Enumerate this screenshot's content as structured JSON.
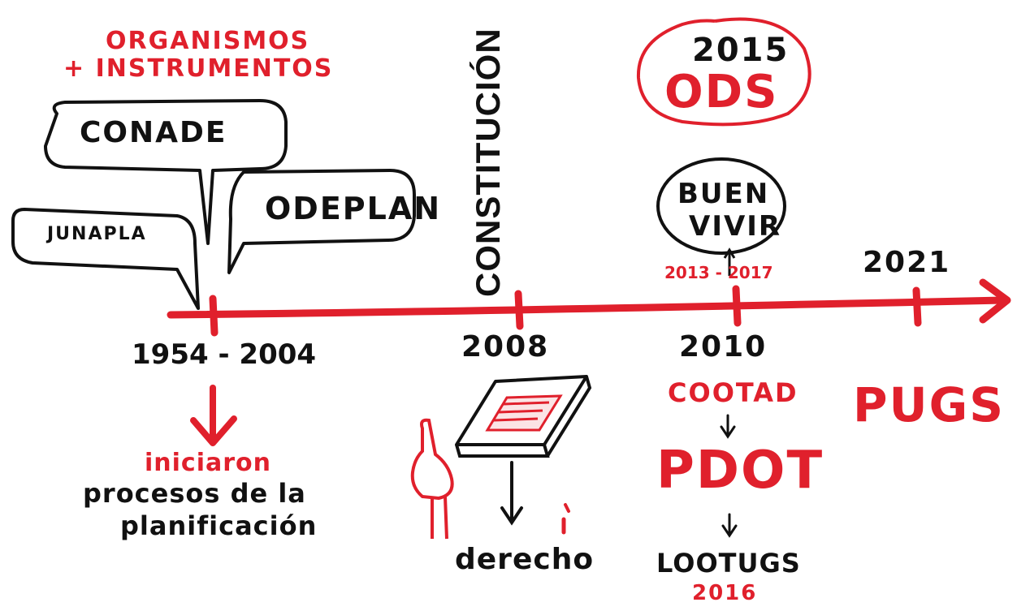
{
  "header": {
    "line1": "ORGANISMOS",
    "line2": "+ INSTRUMENTOS"
  },
  "bubbles": {
    "conade": "CONADE",
    "odeplan": "ODEPLAN",
    "junapla": "JUNAPLA"
  },
  "timeline": {
    "years": {
      "first": "1954 - 2004",
      "second": "2008",
      "third": "2010",
      "fourth": "2021"
    }
  },
  "events": {
    "constitucion": "CONSTITUCIÓN",
    "ods_year": "2015",
    "ods": "ODS",
    "buen_vivir_line1": "BUEN",
    "buen_vivir_line2": "VIVIR",
    "buen_vivir_years": "2013 - 2017",
    "pugs": "PUGS"
  },
  "notes": {
    "iniciaron": "iniciaron",
    "procesos": "procesos de la",
    "planificacion": "planificación",
    "derecho": "derecho",
    "cootad": "COOTAD",
    "pdot": "PDOT",
    "lootugs": "LOOTUGS",
    "lootugs_year": "2016"
  },
  "colors": {
    "accent": "#e0202c",
    "ink": "#111111"
  }
}
